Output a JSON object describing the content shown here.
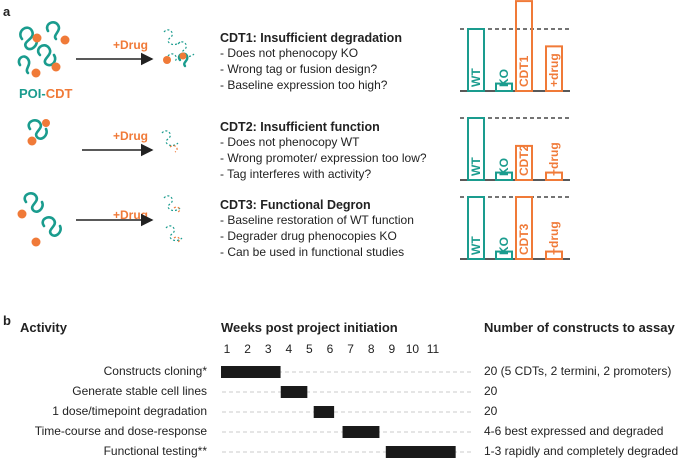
{
  "colors": {
    "teal": "#1a9c8e",
    "orange": "#f07a38",
    "dark": "#222222"
  },
  "panel_a": {
    "label": "a",
    "poi": "POI",
    "dash": "-",
    "cdt": "CDT",
    "drug_label": "+Drug",
    "rows": [
      {
        "title": "CDT1: Insufficient degradation",
        "lines": [
          "- Does not phenocopy KO",
          "- Wrong tag or fusion design?",
          "- Baseline expression too high?"
        ],
        "bars": [
          {
            "label": "WT",
            "level": 1.0,
            "color": "teal"
          },
          {
            "label": "KO",
            "level": 0.12,
            "color": "teal"
          },
          {
            "label": "CDT1",
            "level": 1.45,
            "color": "orange"
          },
          {
            "label": "+drug",
            "level": 0.72,
            "color": "orange"
          }
        ]
      },
      {
        "title": "CDT2: Insufficient function",
        "lines": [
          "- Does not phenocopy WT",
          "- Wrong promoter/ expression too low?",
          "- Tag interferes with activity?"
        ],
        "bars": [
          {
            "label": "WT",
            "level": 1.0,
            "color": "teal"
          },
          {
            "label": "KO",
            "level": 0.12,
            "color": "teal"
          },
          {
            "label": "CDT2",
            "level": 0.55,
            "color": "orange"
          },
          {
            "label": "+drug",
            "level": 0.12,
            "color": "orange"
          }
        ]
      },
      {
        "title": "CDT3: Functional Degron",
        "lines": [
          "- Baseline restoration of WT function",
          "- Degrader drug phenocopies KO",
          "- Can be used in functional studies"
        ],
        "bars": [
          {
            "label": "WT",
            "level": 1.0,
            "color": "teal"
          },
          {
            "label": "KO",
            "level": 0.12,
            "color": "teal"
          },
          {
            "label": "CDT3",
            "level": 1.0,
            "color": "orange"
          },
          {
            "label": "+drug",
            "level": 0.12,
            "color": "orange"
          }
        ]
      }
    ]
  },
  "panel_b": {
    "label": "b",
    "col_activity": "Activity",
    "col_weeks": "Weeks post project initiation",
    "col_count": "Number of constructs to assay",
    "weeks": [
      "1",
      "2",
      "3",
      "4",
      "5",
      "6",
      "7",
      "8",
      "9",
      "10",
      "11"
    ],
    "activities": [
      {
        "name": "Constructs cloning*",
        "start_week": 1,
        "end_week": 3.6,
        "count": "20 (5 CDTs, 2 termini, 2 promoters)"
      },
      {
        "name": "Generate stable cell lines",
        "start_week": 3.9,
        "end_week": 4.9,
        "count": "20"
      },
      {
        "name": "1 dose/timepoint degradation",
        "start_week": 5.5,
        "end_week": 6.2,
        "count": "20"
      },
      {
        "name": "Time-course and dose-response",
        "start_week": 6.9,
        "end_week": 8.4,
        "count": "4-6 best expressed and degraded"
      },
      {
        "name": "Functional testing**",
        "start_week": 9.0,
        "end_week": 12.1,
        "count": "1-3 rapidly and completely degraded"
      }
    ]
  }
}
